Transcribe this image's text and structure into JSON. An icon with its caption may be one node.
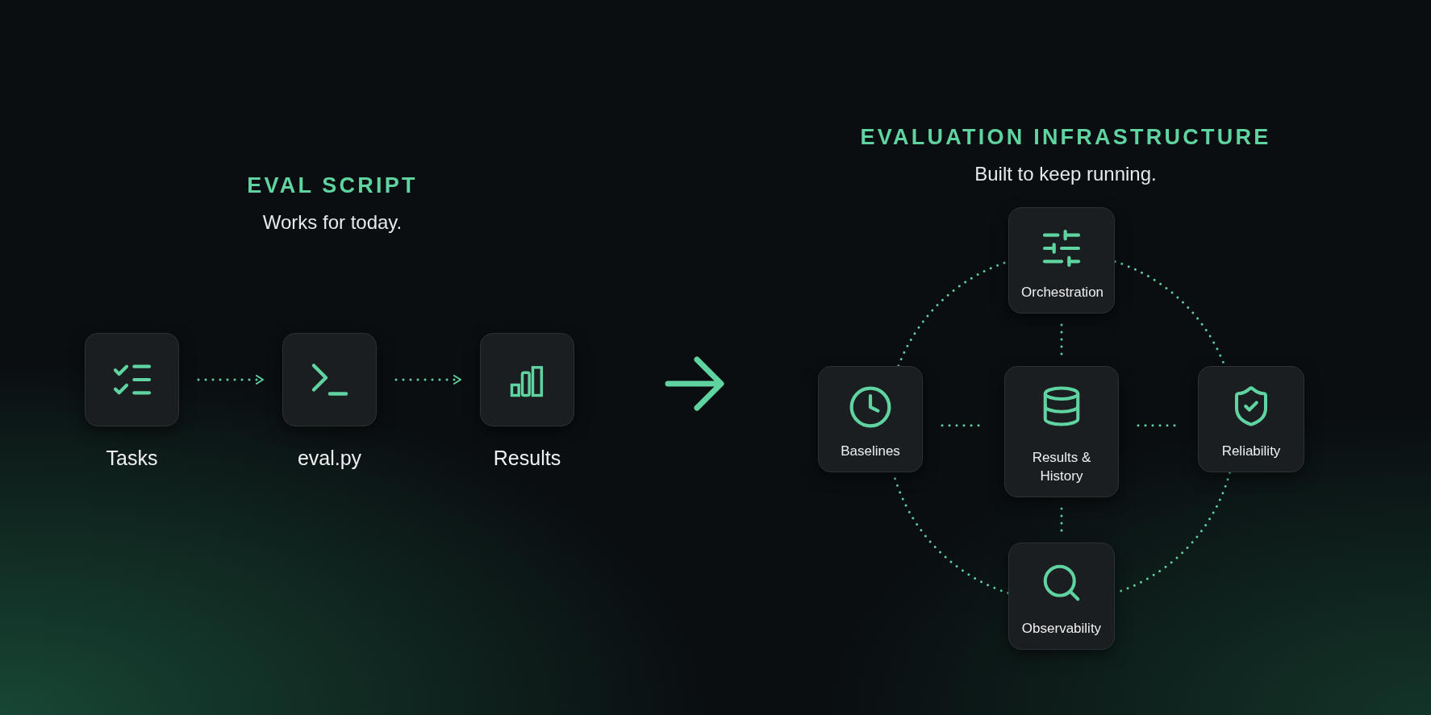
{
  "diagram": {
    "nodes": [
      {
        "text": [
          "Tasks"
        ]
      },
      {
        "text": [
          "eval.py"
        ]
      },
      {
        "text": [
          "Results"
        ]
      },
      {
        "text": [
          "Orchestration"
        ]
      },
      {
        "text": [
          "Baselines"
        ]
      },
      {
        "text": [
          "Results & History"
        ]
      },
      {
        "text": [
          "Reliability"
        ]
      },
      {
        "text": [
          "Observability"
        ]
      }
    ],
    "edges": [
      {
        "from": 0,
        "to": 1,
        "arrow": "to",
        "style": "dashed"
      },
      {
        "from": 1,
        "to": 2,
        "arrow": "to",
        "style": "dashed"
      },
      {
        "from": 3,
        "to": 5,
        "arrow": "none",
        "style": "dashed"
      },
      {
        "from": 4,
        "to": 5,
        "arrow": "none",
        "style": "dashed"
      },
      {
        "from": 5,
        "to": 6,
        "arrow": "none",
        "style": "dashed"
      },
      {
        "from": 5,
        "to": 7,
        "arrow": "none",
        "style": "dashed"
      },
      {
        "from": 3,
        "to": 6,
        "arrow": "none",
        "style": "dashed"
      },
      {
        "from": 6,
        "to": 7,
        "arrow": "none",
        "style": "dashed"
      },
      {
        "from": 7,
        "to": 4,
        "arrow": "none",
        "style": "dashed"
      },
      {
        "from": 4,
        "to": 3,
        "arrow": "none",
        "style": "dashed"
      }
    ],
    "labels": [
      "EVAL SCRIPT",
      "Works for today.",
      "EVALUATION INFRASTRUCTURE",
      "Built to keep running."
    ]
  }
}
